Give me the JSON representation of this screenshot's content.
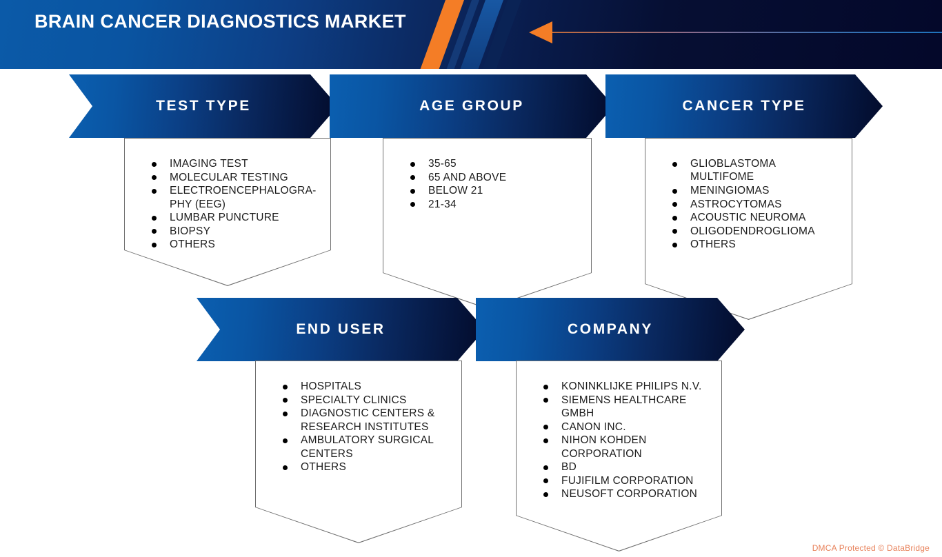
{
  "header": {
    "title": "BRAIN CANCER DIAGNOSTICS MARKET",
    "accent_orange": "#f47d26",
    "brand_blue": "#0b5aa8",
    "brand_navy": "#04082a",
    "arrow_icon": "left-arrow-icon"
  },
  "sections": [
    {
      "id": "test-type",
      "label": "TEST TYPE",
      "items": [
        "IMAGING TEST",
        "MOLECULAR TESTING",
        "ELECTROENCEPHALOGRA-PHY (EEG)",
        "LUMBAR PUNCTURE",
        "BIOPSY",
        "OTHERS"
      ]
    },
    {
      "id": "age-group",
      "label": "AGE GROUP",
      "items": [
        "35-65",
        "65 AND ABOVE",
        "BELOW 21",
        "21-34"
      ]
    },
    {
      "id": "cancer-type",
      "label": "CANCER TYPE",
      "items": [
        "GLIOBLASTOMA MULTIFOME",
        "MENINGIOMAS",
        "ASTROCYTOMAS",
        "ACOUSTIC NEUROMA",
        "OLIGODENDROGLIOMA",
        "OTHERS"
      ]
    },
    {
      "id": "end-user",
      "label": "END USER",
      "items": [
        "HOSPITALS",
        "SPECIALTY CLINICS",
        "DIAGNOSTIC CENTERS & RESEARCH INSTITUTES",
        "AMBULATORY SURGICAL CENTERS",
        "OTHERS"
      ]
    },
    {
      "id": "company",
      "label": "COMPANY",
      "items": [
        "KONINKLIJKE PHILIPS N.V.",
        "SIEMENS HEALTHCARE GMBH",
        "CANON INC.",
        "NIHON KOHDEN CORPORATION",
        "BD",
        "FUJIFILM CORPORATION",
        "NEUSOFT CORPORATION"
      ]
    }
  ],
  "footer": {
    "watermark": "DMCA Protected © DataBridge",
    "color": "#e8825b"
  }
}
